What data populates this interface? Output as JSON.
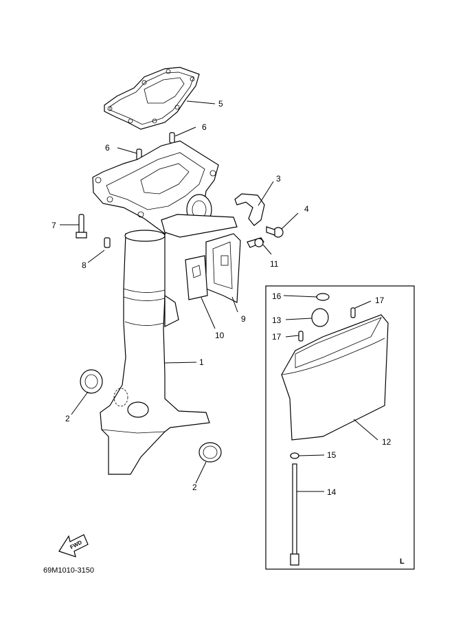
{
  "diagram_code": "69M1010-3150",
  "inset_marker": "L",
  "fwd_label": "FWD",
  "callouts": [
    {
      "id": "c5",
      "text": "5"
    },
    {
      "id": "c6a",
      "text": "6"
    },
    {
      "id": "c6b",
      "text": "6"
    },
    {
      "id": "c3",
      "text": "3"
    },
    {
      "id": "c4",
      "text": "4"
    },
    {
      "id": "c7",
      "text": "7"
    },
    {
      "id": "c8",
      "text": "8"
    },
    {
      "id": "c11",
      "text": "11"
    },
    {
      "id": "c9",
      "text": "9"
    },
    {
      "id": "c10",
      "text": "10"
    },
    {
      "id": "c1",
      "text": "1"
    },
    {
      "id": "c2a",
      "text": "2"
    },
    {
      "id": "c2b",
      "text": "2"
    },
    {
      "id": "c16",
      "text": "16"
    },
    {
      "id": "c17a",
      "text": "17"
    },
    {
      "id": "c13",
      "text": "13"
    },
    {
      "id": "c17b",
      "text": "17"
    },
    {
      "id": "c12",
      "text": "12"
    },
    {
      "id": "c15",
      "text": "15"
    },
    {
      "id": "c14",
      "text": "14"
    }
  ]
}
